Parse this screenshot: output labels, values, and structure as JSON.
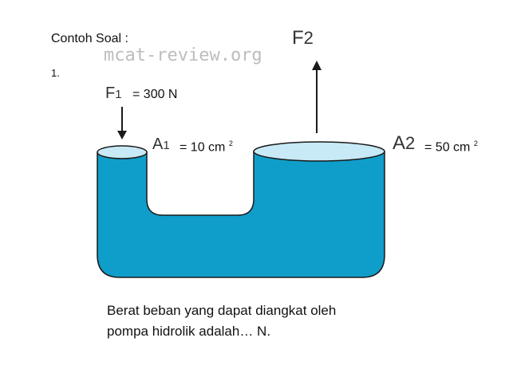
{
  "heading": "Contoh Soal :",
  "question_number": "1.",
  "watermark": "mcat-review.org",
  "labels": {
    "f1_symbol": "F",
    "f1_sub": "1",
    "f1_value": "= 300 N",
    "f2_symbol": "F",
    "f2_sub": "2",
    "a1_symbol": "A",
    "a1_sub": "1",
    "a1_value": "= 10 cm",
    "a1_exp": "2",
    "a2_symbol": "A",
    "a2_sub": "2",
    "a2_value": "= 50 cm",
    "a2_exp": "2"
  },
  "question": {
    "line1": "Berat beban yang dapat diangkat oleh",
    "line2": "pompa hidrolik adalah… N."
  },
  "colors": {
    "liquid": "#0f9ec9",
    "surface": "#c8e9f6",
    "outline": "#1a1a1a",
    "arrow": "#1a1a1a"
  }
}
